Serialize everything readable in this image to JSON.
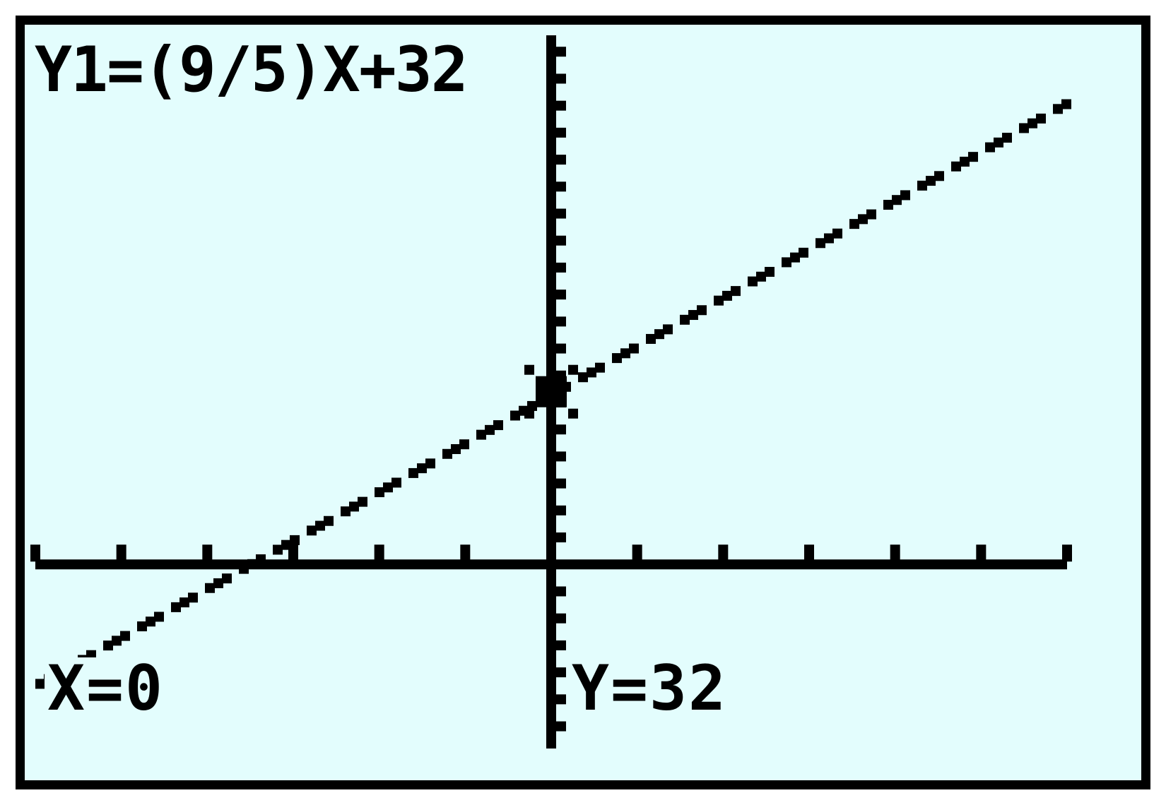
{
  "screen": {
    "equation": "Y1=(9/5)X+32",
    "trace_x_readout": "X=0",
    "trace_y_readout": "Y=32"
  },
  "colors": {
    "screen_background": "#e3fdfd",
    "pixel": "#000000",
    "frame": "#000000"
  },
  "chart_data": {
    "type": "line",
    "function": "Y1=(9/5)X+32",
    "slope": 1.8,
    "intercept": 32,
    "xlim": [
      -30,
      30
    ],
    "ylim": [
      -40,
      100
    ],
    "x_tick_step": 5,
    "y_tick_step": 5,
    "trace_point": {
      "x": 0,
      "y": 32
    },
    "series": [
      {
        "x": [
          -30,
          -20,
          -10,
          0,
          10,
          20,
          30
        ],
        "values": [
          -22,
          -4,
          14,
          32,
          50,
          68,
          86
        ]
      }
    ],
    "grid": false
  }
}
